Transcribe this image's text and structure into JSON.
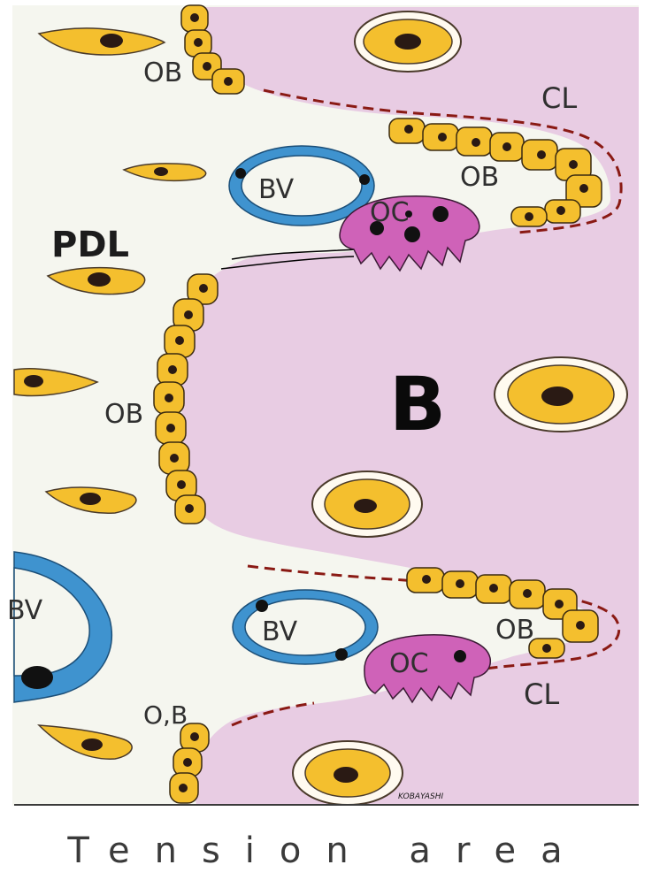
{
  "labels": {
    "ob": "OB",
    "ob_comma": "O,B",
    "cl": "CL",
    "bv": "BV",
    "bv_cut": "BV",
    "oc": "OC",
    "pdl": "PDL",
    "bone": "B",
    "signature": "KOBAYASHI"
  },
  "caption": "Tension area",
  "colors": {
    "bone": "#e8cce3",
    "pdl_background": "#f5f6ef",
    "cell_fill": "#f4bf2e",
    "cell_nucleus": "#2a1a14",
    "vessel": "#3f93cf",
    "osteoclast": "#cf62b8",
    "cement_line": "#8a1a14"
  }
}
